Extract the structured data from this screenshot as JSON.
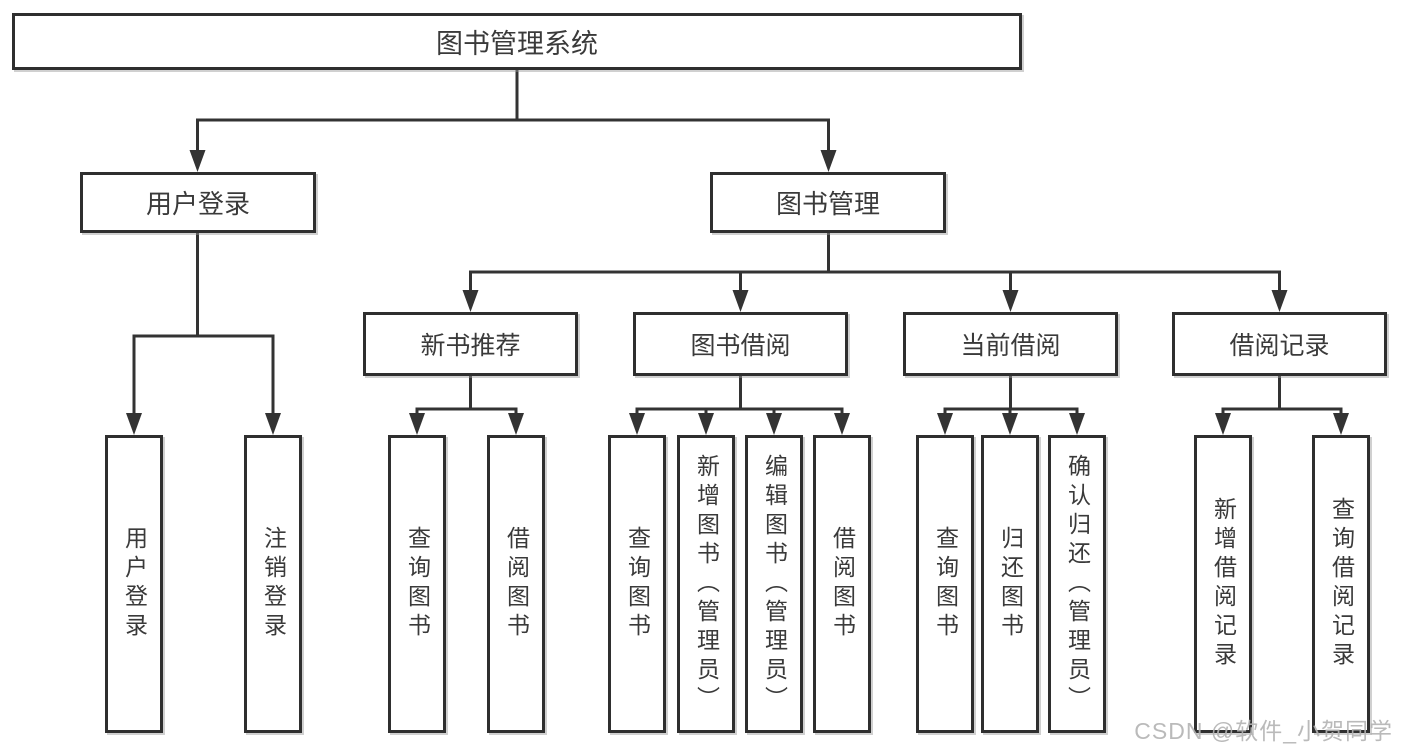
{
  "diagram": {
    "root": {
      "label": "图书管理系统",
      "children": [
        {
          "label": "用户登录",
          "children": [
            {
              "label": "用户登录"
            },
            {
              "label": "注销登录"
            }
          ]
        },
        {
          "label": "图书管理",
          "children": [
            {
              "label": "新书推荐",
              "children": [
                {
                  "label": "查询图书"
                },
                {
                  "label": "借阅图书"
                }
              ]
            },
            {
              "label": "图书借阅",
              "children": [
                {
                  "label": "查询图书"
                },
                {
                  "label": "新增图书（管理员）"
                },
                {
                  "label": "编辑图书（管理员）"
                },
                {
                  "label": "借阅图书"
                }
              ]
            },
            {
              "label": "当前借阅",
              "children": [
                {
                  "label": "查询图书"
                },
                {
                  "label": "归还图书"
                },
                {
                  "label": "确认归还（管理员）"
                }
              ]
            },
            {
              "label": "借阅记录",
              "children": [
                {
                  "label": "新增借阅记录"
                },
                {
                  "label": "查询借阅记录"
                }
              ]
            }
          ]
        }
      ]
    }
  },
  "watermark": {
    "text": "CSDN @软件_小贺同学"
  },
  "colors": {
    "line": "#333333",
    "box_border": "#2f2f2f",
    "text": "#3a3a3a",
    "background": "#ffffff",
    "watermark": "#b3b3b3"
  }
}
